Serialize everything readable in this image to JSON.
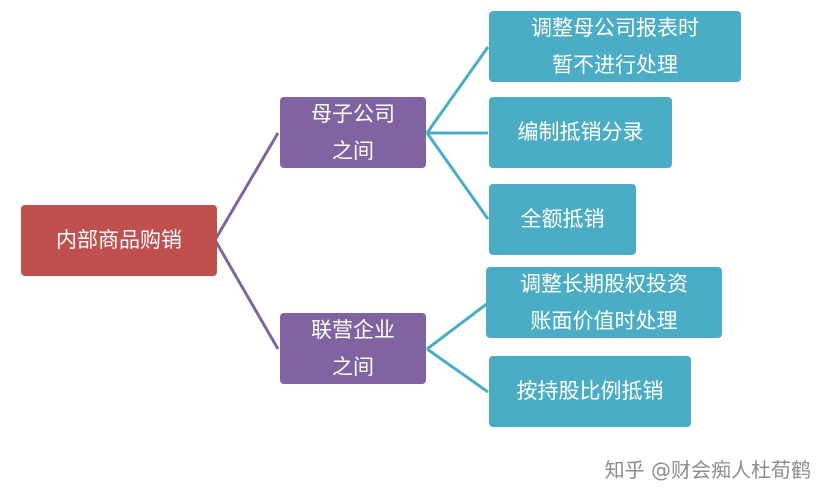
{
  "root": {
    "label": "内部商品购销"
  },
  "branches": [
    {
      "label": "母子公司\n之间",
      "children": [
        {
          "label": "调整母公司报表时\n暂不进行处理"
        },
        {
          "label": "编制抵销分录"
        },
        {
          "label": "全额抵销"
        }
      ]
    },
    {
      "label": "联营企业\n之间",
      "children": [
        {
          "label": "调整长期股权投资\n账面价值时处理"
        },
        {
          "label": "按持股比例抵销"
        }
      ]
    }
  ],
  "colors": {
    "root": "#c0504d",
    "branch": "#8064a2",
    "leaf": "#4bacc6",
    "connector_root": "#8064a2",
    "connector_leaf": "#4bacc6"
  },
  "watermark": "知乎 @财会痴人杜荀鹤"
}
